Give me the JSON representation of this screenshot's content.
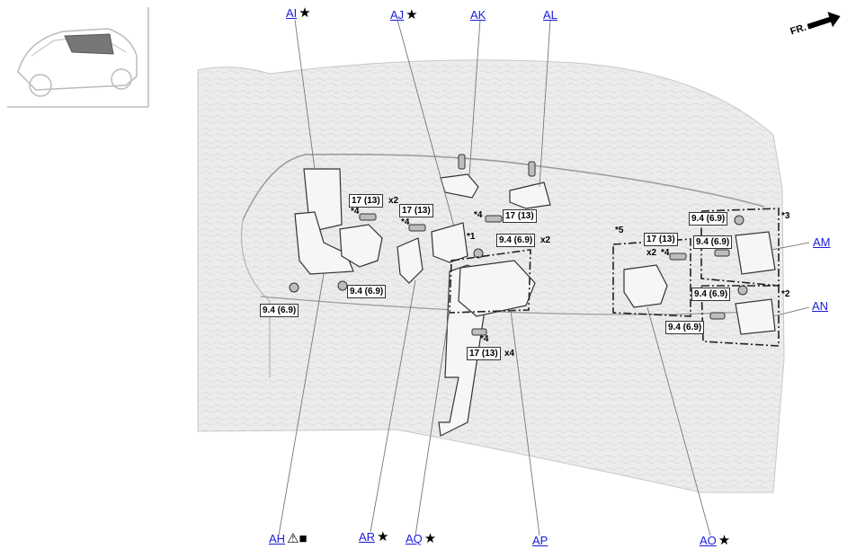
{
  "callouts": {
    "ai": {
      "label": "AI",
      "mark": "★"
    },
    "aj": {
      "label": "AJ",
      "mark": "★"
    },
    "ak": {
      "label": "AK",
      "mark": ""
    },
    "al": {
      "label": "AL",
      "mark": ""
    },
    "am": {
      "label": "AM",
      "mark": ""
    },
    "an": {
      "label": "AN",
      "mark": ""
    },
    "ah": {
      "label": "AH",
      "mark": "⚠■"
    },
    "ar": {
      "label": "AR",
      "mark": "★"
    },
    "aq": {
      "label": "AQ",
      "mark": "★"
    },
    "ap": {
      "label": "AP",
      "mark": ""
    },
    "ao": {
      "label": "AO",
      "mark": "★"
    }
  },
  "direction": "FR.",
  "torque": {
    "t1": "17 (13)",
    "t2": "17 (13)",
    "t3": "17 (13)",
    "t4": "9.4 (6.9)",
    "t5": "9.4 (6.9)",
    "t6": "9.4 (6.9)",
    "t7": "17 (13)",
    "t8": "17 (13)",
    "t9": "9.4 (6.9)",
    "t10": "9.4 (6.9)",
    "t11": "9.4 (6.9)",
    "t12": "9.4 (6.9)"
  },
  "notes": {
    "x2a": "x2",
    "x2b": "x2",
    "x2c": "x2",
    "x4": "x4",
    "s4a": "*4",
    "s4b": "*4",
    "s4c": "*4",
    "s4d": "*4",
    "s4e": "*4",
    "s1": "*1",
    "s2": "*2",
    "s3": "*3",
    "s5": "*5"
  }
}
